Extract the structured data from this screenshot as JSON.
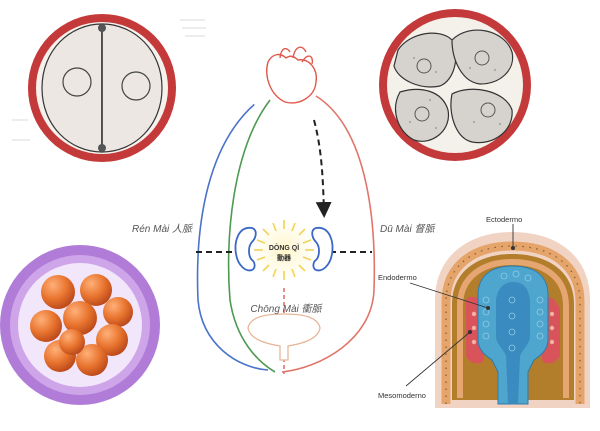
{
  "labels": {
    "ren_mai": "Rén Mài 人脈",
    "du_mai": "Dū Mài 督脈",
    "chong_mai": "Chōng Mài 衝脈",
    "dong_qi_line1": "DÒNG QÌ",
    "dong_qi_line2": "動器",
    "ectodermo": "Ectodermo",
    "endodermo": "Endodermo",
    "mesomoderno": "Mesomoderno"
  },
  "colors": {
    "ren_line": "#4a74c9",
    "chong_line": "#4f9a52",
    "du_line": "#e0756a",
    "heart_outline": "#e05a4e",
    "kidney_outline": "#3a68c4",
    "zona_red": "#c43a3a",
    "blastomere_orange": "#e8742e",
    "zona_purple": "#b07cd8",
    "ectoderm_fill": "#f1d3c4",
    "endoderm_blue": "#4ea6cf",
    "mesoderm_red": "#d9545a",
    "yolk_brown": "#b37e2c",
    "glow_yellow": "#f2d25a"
  },
  "icons": {
    "heart": "heart-icon",
    "kidney_left": "kidney-icon",
    "kidney_right": "kidney-icon",
    "pelvis": "uterus-icon",
    "spark": "sunburst-icon"
  }
}
